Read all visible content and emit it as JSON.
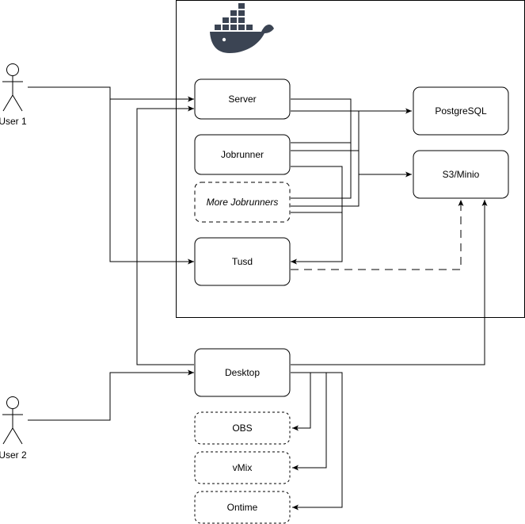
{
  "actors": {
    "user1": "User 1",
    "user2": "User 2"
  },
  "container": {
    "icon": "docker-whale-icon"
  },
  "nodes": {
    "server": "Server",
    "jobrunner": "Jobrunner",
    "more_jobrunners": "More Jobrunners",
    "tusd": "Tusd",
    "postgresql": "PostgreSQL",
    "s3_minio": "S3/Minio",
    "desktop": "Desktop",
    "obs": "OBS",
    "vmix": "vMix",
    "ontime": "Ontime"
  }
}
